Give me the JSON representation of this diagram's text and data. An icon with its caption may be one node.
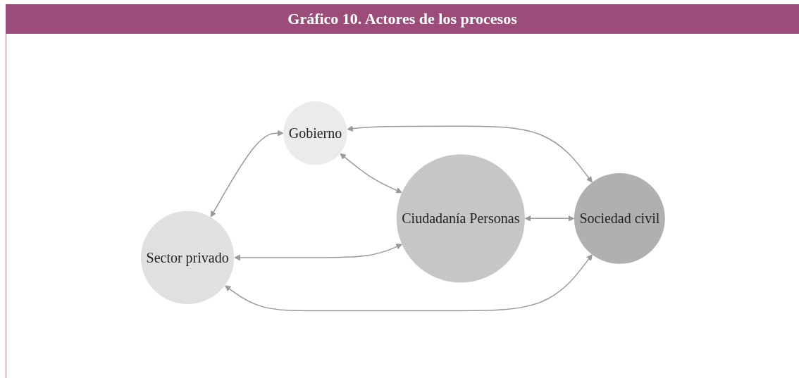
{
  "diagram": {
    "title": "Gráfico 10. Actores de los procesos",
    "nodes": [
      {
        "text": [
          "Gobierno"
        ]
      },
      {
        "text": [
          "Sector privado"
        ]
      },
      {
        "text": [
          "Sociedad civil"
        ]
      },
      {
        "text": [
          "Ciudadanía Personas"
        ]
      }
    ],
    "edges": [
      {
        "from": 1,
        "to": 0,
        "arrow": "both"
      },
      {
        "from": 0,
        "to": 2,
        "arrow": "both"
      },
      {
        "from": 1,
        "to": 3,
        "arrow": "both"
      },
      {
        "from": 3,
        "to": 2,
        "arrow": "both"
      },
      {
        "from": 0,
        "to": 3,
        "arrow": "both"
      },
      {
        "from": 1,
        "to": 2,
        "arrow": "both"
      }
    ]
  }
}
